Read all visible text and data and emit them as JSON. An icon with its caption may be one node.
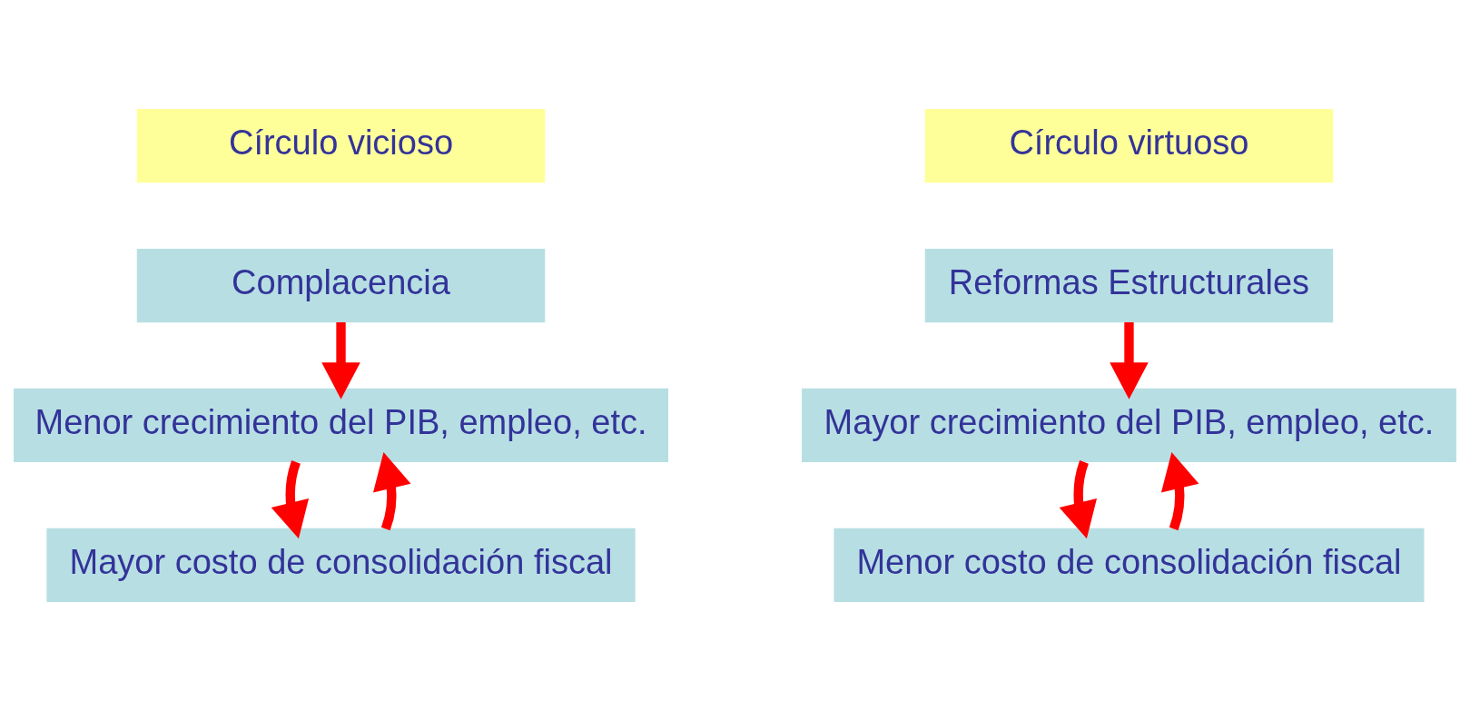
{
  "diagram": {
    "nodes": [
      {
        "text": [
          "Círculo vicioso"
        ]
      },
      {
        "text": [
          "Complacencia"
        ]
      },
      {
        "text": [
          "Menor crecimiento del PIB, empleo, etc."
        ]
      },
      {
        "text": [
          "Mayor costo de consolidación fiscal"
        ]
      },
      {
        "text": [
          "Círculo virtuoso"
        ]
      },
      {
        "text": [
          "Reformas Estructurales"
        ]
      },
      {
        "text": [
          "Mayor crecimiento del PIB, empleo, etc."
        ]
      },
      {
        "text": [
          "Menor costo de consolidación fiscal"
        ]
      }
    ],
    "edges": [
      {
        "from": 1,
        "to": 2,
        "arrow": "to"
      },
      {
        "from": 2,
        "to": 3,
        "arrow": "to"
      },
      {
        "from": 3,
        "to": 2,
        "arrow": "to"
      },
      {
        "from": 5,
        "to": 6,
        "arrow": "to"
      },
      {
        "from": 6,
        "to": 7,
        "arrow": "to"
      },
      {
        "from": 7,
        "to": 6,
        "arrow": "to"
      }
    ]
  }
}
